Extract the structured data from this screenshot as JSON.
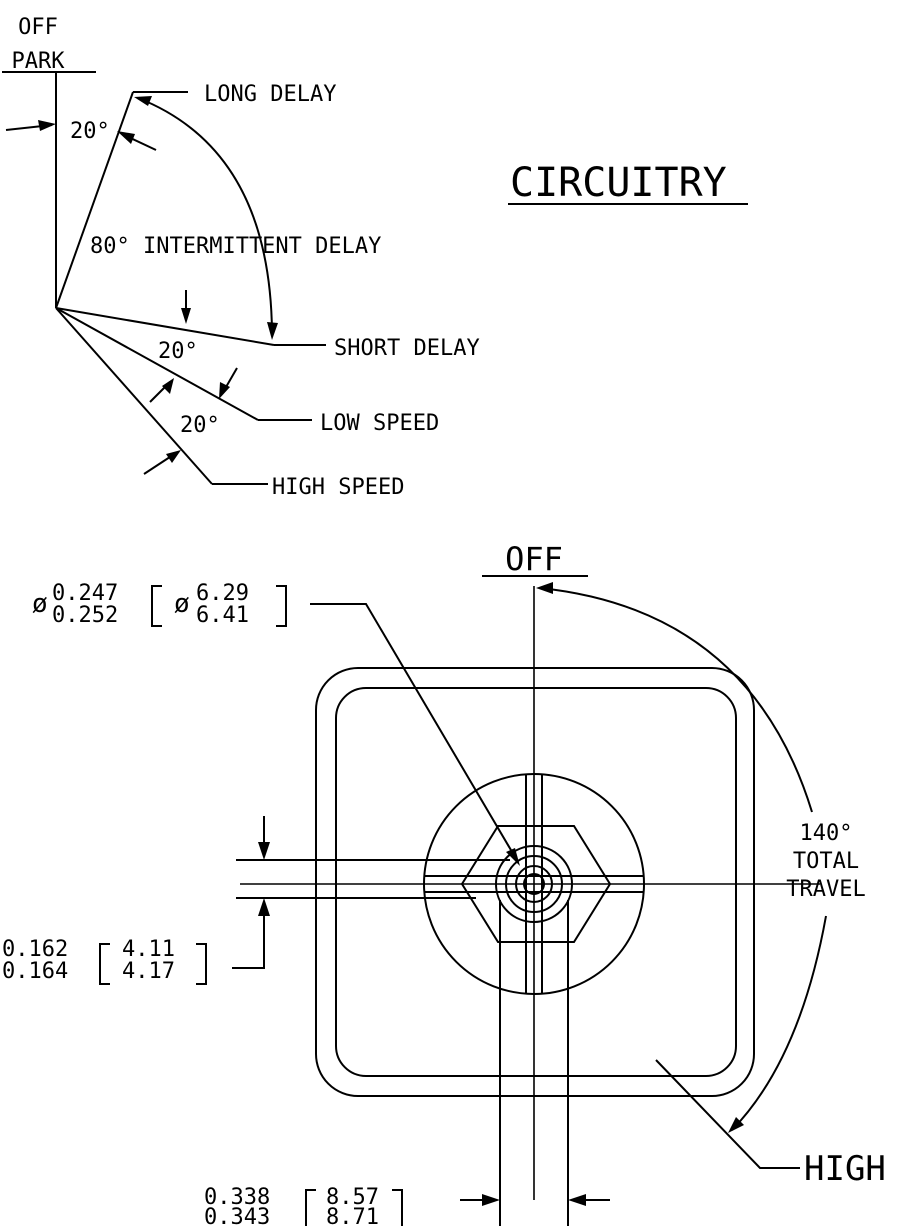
{
  "circuitry": {
    "title": "CIRCUITRY",
    "off_label": "OFF",
    "park_label": "PARK",
    "angle_top": "20°",
    "positions": {
      "long_delay": "LONG DELAY",
      "intermittent": "80° INTERMITTENT DELAY",
      "short_delay": "SHORT DELAY",
      "low_speed": "LOW SPEED",
      "high_speed": "HIGH SPEED"
    },
    "angle_mid": "20°",
    "angle_low": "20°"
  },
  "knob": {
    "off_label": "OFF",
    "high_label": "HIGH",
    "travel": [
      "140°",
      "TOTAL",
      "TRAVEL"
    ],
    "bore_diameter": {
      "symbol": "ø",
      "inch_max": "0.247",
      "inch_min": "0.252",
      "mm_symbol": "ø",
      "mm_max": "6.29",
      "mm_min": "6.41"
    },
    "flat_dimension": {
      "inch_max": "0.162",
      "inch_min": "0.164",
      "mm_max": "4.11",
      "mm_min": "4.17"
    },
    "width_dimension": {
      "inch_max": "0.338",
      "inch_min": "0.343",
      "mm_max": "8.57",
      "mm_min": "8.71"
    }
  }
}
